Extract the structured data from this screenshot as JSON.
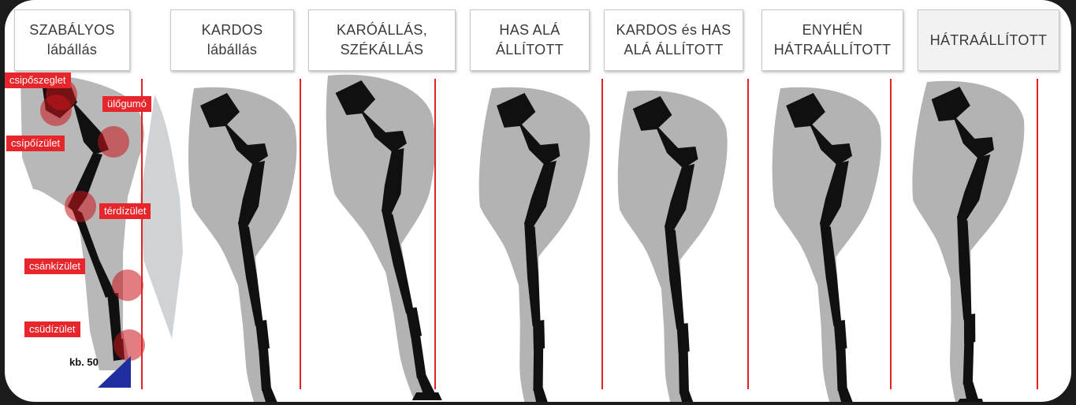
{
  "columns": [
    {
      "title": "SZABÁLYOS\nlábállás"
    },
    {
      "title": "KARDOS\nlábállás"
    },
    {
      "title": "KARÓÁLLÁS,\nSZÉKÁLLÁS"
    },
    {
      "title": "HAS ALÁ\nÁLLÍTOTT"
    },
    {
      "title": "KARDOS és HAS\nALÁ ÁLLÍTOTT"
    },
    {
      "title": "ENYHÉN\nHÁTRAÁLLÍTOTT"
    },
    {
      "title": "HÁTRAÁLLÍTOTT"
    }
  ],
  "joint_labels": {
    "hip_point": "csipőszeglet",
    "seat_bone": "ülőgumó",
    "hip_joint": "csípőízület",
    "stifle": "térdízület",
    "hock": "csánkízület",
    "fetlock": "csüdízület"
  },
  "hoof_angle_note": "kb. 50",
  "colors": {
    "reference_line": "#e32222",
    "label_background": "#e6262b",
    "body_silhouette": "#b3b3b3",
    "bones": "#101010",
    "joint_highlight": "#c8141c",
    "hoof_angle": "#1f2fa0"
  }
}
